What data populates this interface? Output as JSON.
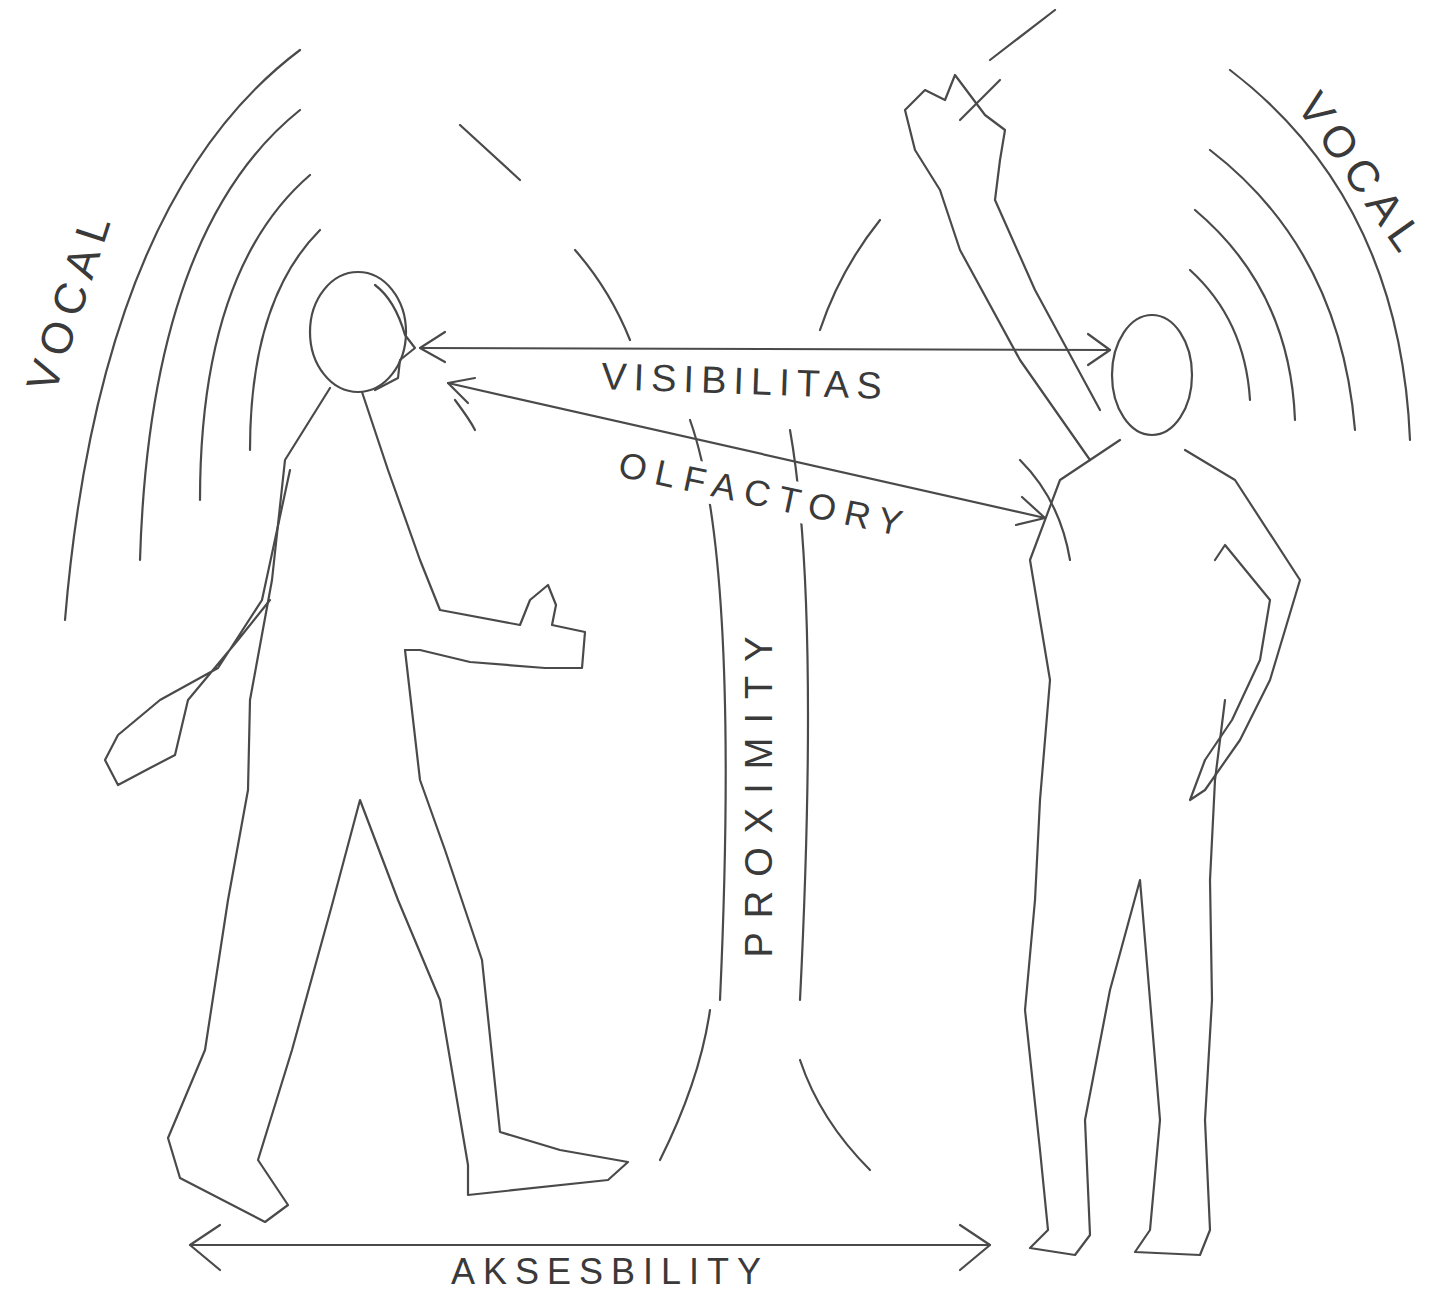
{
  "diagram": {
    "labels": [
      "VOCAL",
      "VOCAL",
      "VISIBILITAS",
      "OLFACTORY",
      "PROXIMITY",
      "AKSESBILITY"
    ]
  }
}
